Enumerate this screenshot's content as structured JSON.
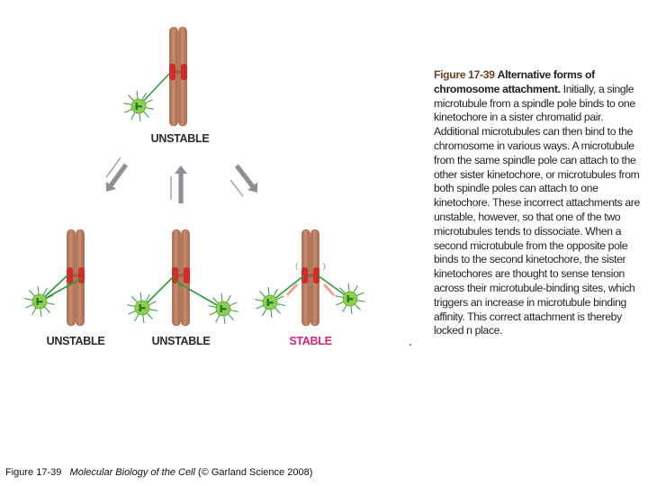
{
  "diagram": {
    "labels": {
      "top": "UNSTABLE",
      "bottom_left": "UNSTABLE",
      "bottom_middle": "UNSTABLE",
      "bottom_right": "STABLE"
    },
    "colors": {
      "chromatid": "#b97a5c",
      "chromatid_edge": "#8f5a40",
      "kinetochore": "#d42a2a",
      "spindle_pole": "#8dd050",
      "microtubule": "#2f9a3a",
      "tension_mark": "#f0a090",
      "arrow": "#8c9196",
      "stable_label": "#d0267a"
    }
  },
  "caption_panel": {
    "heading": "Figure 17-39",
    "bold_title": "Alternative forms of chromosome attachment.",
    "body": "Initially, a single microtubule from a spindle pole binds to one kinetochore in a sister chromatid pair. Additional microtubules can then bind to the chromosome in various ways. A microtubule from the same spindle pole can attach to the other sister kinetochore, or microtubules from both spindle poles can attach to one kinetochore. These incorrect attachments are unstable, however, so that one of the two microtubules tends to dissociate. When a second microtubule from the opposite pole binds to the second kinetochore, the sister kinetochores are thought to sense tension across their microtubule-binding sites, which triggers an increase in microtubule binding affinity. This correct attachment is thereby locked n place."
  },
  "footer": {
    "figure_number": "Figure 17-39",
    "book_title": "Molecular Biology of the Cell",
    "credit": "(© Garland Science 2008)"
  }
}
